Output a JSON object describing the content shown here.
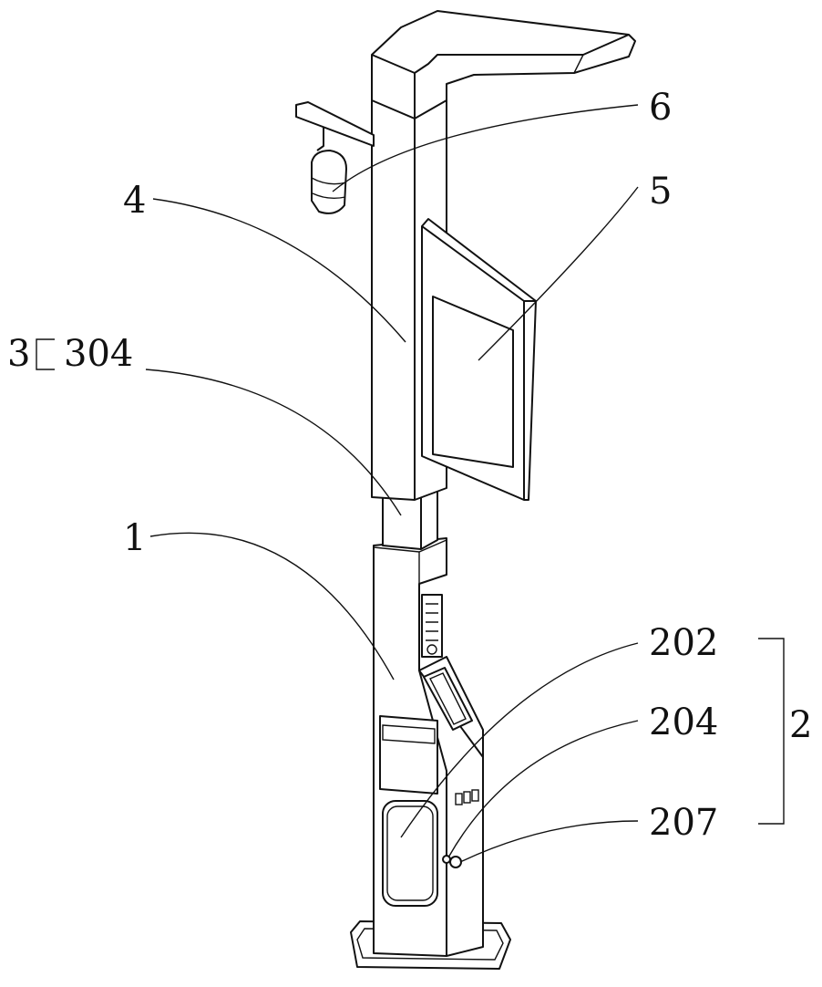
{
  "figure": {
    "labels": {
      "camera": "6",
      "display_screen": "5",
      "upper_pole": "4",
      "lift_assembly": "3",
      "telescopic_section": "304",
      "lower_pole": "1",
      "cabinet_door": "202",
      "lock": "204",
      "knob": "207",
      "cabinet_assembly": "2"
    }
  }
}
